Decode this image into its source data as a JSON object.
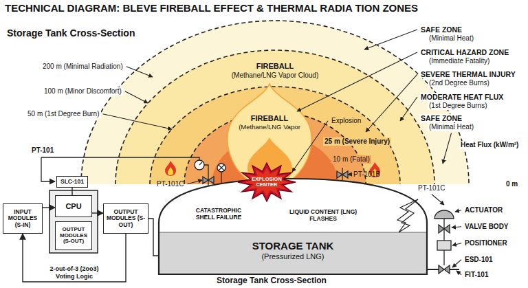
{
  "diagram": {
    "title": "TECHNICAL DIAGRAM: BLEVE FIREBALL EFFECT & THERMAL RADIA TION ZONES",
    "caption": "Storage Tank Cross-Section",
    "nodes": [
      {
        "text": [
          "INPUT MODULES (S-IN)"
        ]
      },
      {
        "text": [
          "SLC-101"
        ]
      },
      {
        "text": [
          "CPU"
        ]
      },
      {
        "text": [
          "OUTPUT MODULES (S-OUT)"
        ]
      },
      {
        "text": [
          "OUTPUT MODULES (S-OUT)"
        ]
      },
      {
        "text": [
          "STORAGE TANK",
          "(Pressurized LNG)"
        ]
      },
      {
        "text": [
          "EXPLOSION CENTER"
        ]
      }
    ],
    "edges": [
      {
        "from": 0,
        "to": 2,
        "arrow": "to"
      },
      {
        "from": 1,
        "to": 2,
        "arrow": "none"
      },
      {
        "from": 2,
        "to": 4,
        "arrow": "to"
      },
      {
        "from": 4,
        "to": 0,
        "arrow": "to",
        "label": "2-out-of-3 (2oo3) Voting Logic"
      },
      {
        "from": 4,
        "to": 5,
        "arrow": "none"
      }
    ],
    "labels": [
      "Storage Tank Cross-Section",
      "200 m (Minimal Radiation)",
      "100 m (Minor Discomfort)",
      "50 m (1st Degree Burn)",
      "PT-101",
      "FIREBALL",
      "(Methane/LNG Vapor Cloud)",
      "FIREBALL",
      "(Methane/LNG Vapor",
      "Explosion",
      "25 m (Severe Injury)",
      "10 m (Fatal)",
      "0 m",
      "SAFE ZONE",
      "(Minimal Heat)",
      "CRITICAL HAZARD ZONE",
      "(Immediate Fatality)",
      "SEVERE THERMAL INJURY",
      "(2nd Degree Burns)",
      "MODERATE HEAT FLUX",
      "(1st Degree Burns)",
      "SAFE ZONE",
      "(Minimal Heat)",
      "Heat Flux (kW/m²)",
      "PT-101C",
      "PT-101B",
      "PT-101C",
      "ACTUATOR",
      "VALVE BODY",
      "POSITIONER",
      "ESD-101",
      "FIT-101",
      "CATASTROPHIC SHELL FAILURE",
      "LIQUID CONTENT (LNG) FLASHES"
    ]
  }
}
